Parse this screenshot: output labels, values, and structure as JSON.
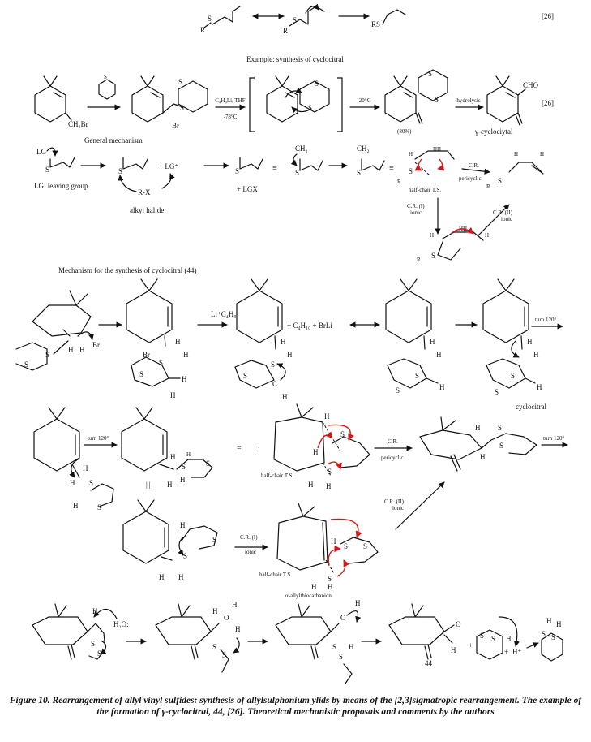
{
  "refs": {
    "r1": "[26]",
    "r2": "[26]"
  },
  "row1": {
    "r": "R",
    "s": "S",
    "rs": "RS"
  },
  "example_title": "Example: synthesis of cyclocitral",
  "row2": {
    "br": "Br",
    "ch2br": "CH₂Br",
    "s": "S",
    "reagent": "C₄H₉Li, THF",
    "temp": "-78°C",
    "temp2": "20°C",
    "hydrolysis": "hydrolysis",
    "cho": "CHO",
    "yield": "(80%)",
    "product_name": "γ-cyclociytal"
  },
  "general": {
    "title": "General mechanism",
    "lg": "LG",
    "lg_legend": "LG: leaving group",
    "plus_lg": "+ LG⁺",
    "plus_lgx": "+ LGX",
    "rx": "R-X",
    "alkyl_halide": "alkyl halide",
    "s": "S",
    "ch2": "CH₂",
    "half_chair": "half-chair T.S.",
    "cr": "C.R.",
    "pericyclic": "pericyclic",
    "cr1": "C.R. (I)",
    "ionic": "ionic",
    "cr2": "C.R. (II)",
    "h": "H",
    "hh": "HH",
    "r": "R"
  },
  "mech_title": "Mechanism for the synthesis of cyclocitral (44)",
  "mech": {
    "br": "Br",
    "h": "H",
    "s": "S",
    "c": "C",
    "li_reagent": "Li⁺C₄H₉",
    "byproducts": "+ C₄H₁₀ + BrLi",
    "turn": "turn 120°",
    "cyclocitral": "cyclocitral",
    "colon": ":",
    "half_chair": "half-chair T.S.",
    "cr": "C.R.",
    "pericyclic": "pericyclic",
    "cr1": "C.R. (I)",
    "ionic": "ionic",
    "cr2": "C.R. (II)",
    "carbanion": "α-allylthiocarbanion",
    "parallel": "|||",
    "equiv": "≡"
  },
  "bottom": {
    "h2o": "H₂O:",
    "h": "H",
    "o": "O",
    "s": "S",
    "plus": "+",
    "hplus": "H⁺",
    "num": "44"
  },
  "caption": {
    "fig": "Figure 10.",
    "text": " Rearrangement of allyl vinyl sulfides: synthesis of allylsulphonium ylids by means of the [2,3]sigmatropic rearrangement. The example of the formation of γ-cyclocitral, ",
    "num": "44",
    "tail": ", [26]. Theoretical mechanistic proposals and comments by the authors"
  }
}
